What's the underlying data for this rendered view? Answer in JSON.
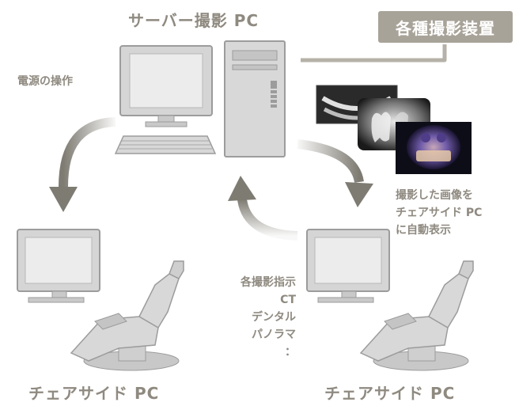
{
  "server": {
    "title": "サーバー撮影 PC"
  },
  "equipment": {
    "label": "各種撮影装置"
  },
  "power": {
    "label": "電源の操作"
  },
  "display_note": {
    "lines": [
      "撮影した画像を",
      "チェアサイド PC",
      "に自動表示"
    ]
  },
  "instructions": {
    "lines": [
      "各撮影指示",
      "CT",
      "デンタル",
      "パノラマ",
      "："
    ]
  },
  "chairside": {
    "left_title": "チェアサイド PC",
    "right_title": "チェアサイド PC"
  },
  "colors": {
    "primary_gray": "#8f8a80",
    "device_fill": "#d2d2d2",
    "device_stroke": "#a4a4a4",
    "badge_bg": "#a8a399",
    "arrow": "#7e7b72"
  }
}
